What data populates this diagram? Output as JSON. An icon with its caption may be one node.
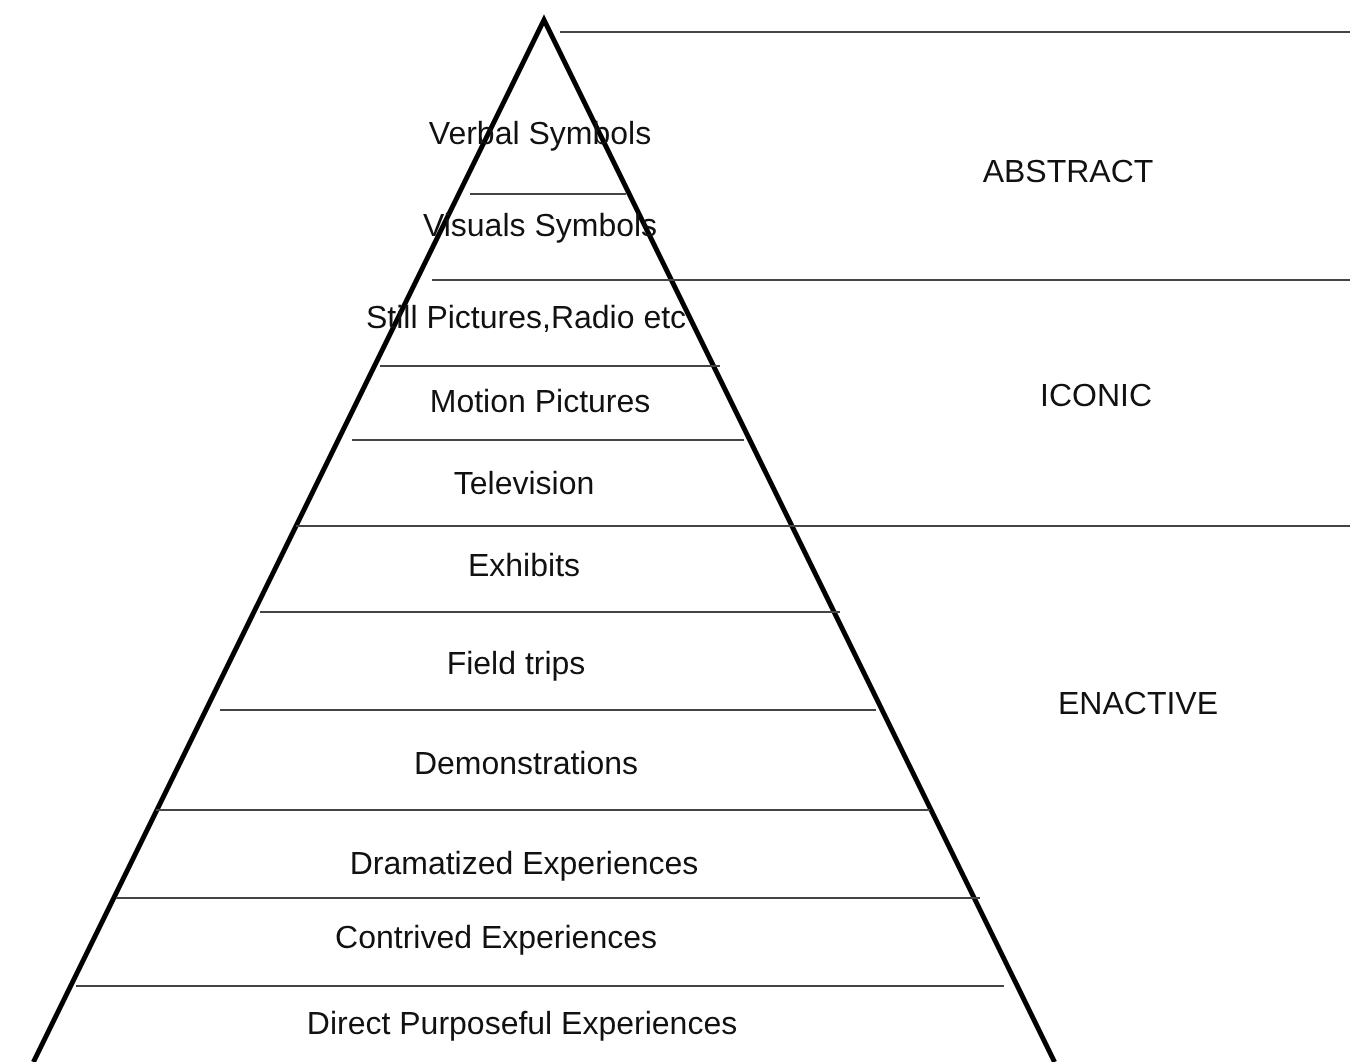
{
  "diagram": {
    "nodes": [
      {
        "text": [
          "Verbal Symbols"
        ]
      },
      {
        "text": [
          "Visuals Symbols"
        ]
      },
      {
        "text": [
          "Still Pictures,Radio etc"
        ]
      },
      {
        "text": [
          "Motion Pictures"
        ]
      },
      {
        "text": [
          "Television"
        ]
      },
      {
        "text": [
          "Exhibits"
        ]
      },
      {
        "text": [
          "Field trips"
        ]
      },
      {
        "text": [
          "Demonstrations"
        ]
      },
      {
        "text": [
          "Dramatized Experiences"
        ]
      },
      {
        "text": [
          "Contrived Experiences"
        ]
      },
      {
        "text": [
          "Direct Purposeful Experiences"
        ]
      },
      {
        "text": [
          "ABSTRACT"
        ]
      },
      {
        "text": [
          "ICONIC"
        ]
      },
      {
        "text": [
          "ENACTIVE"
        ]
      }
    ]
  }
}
